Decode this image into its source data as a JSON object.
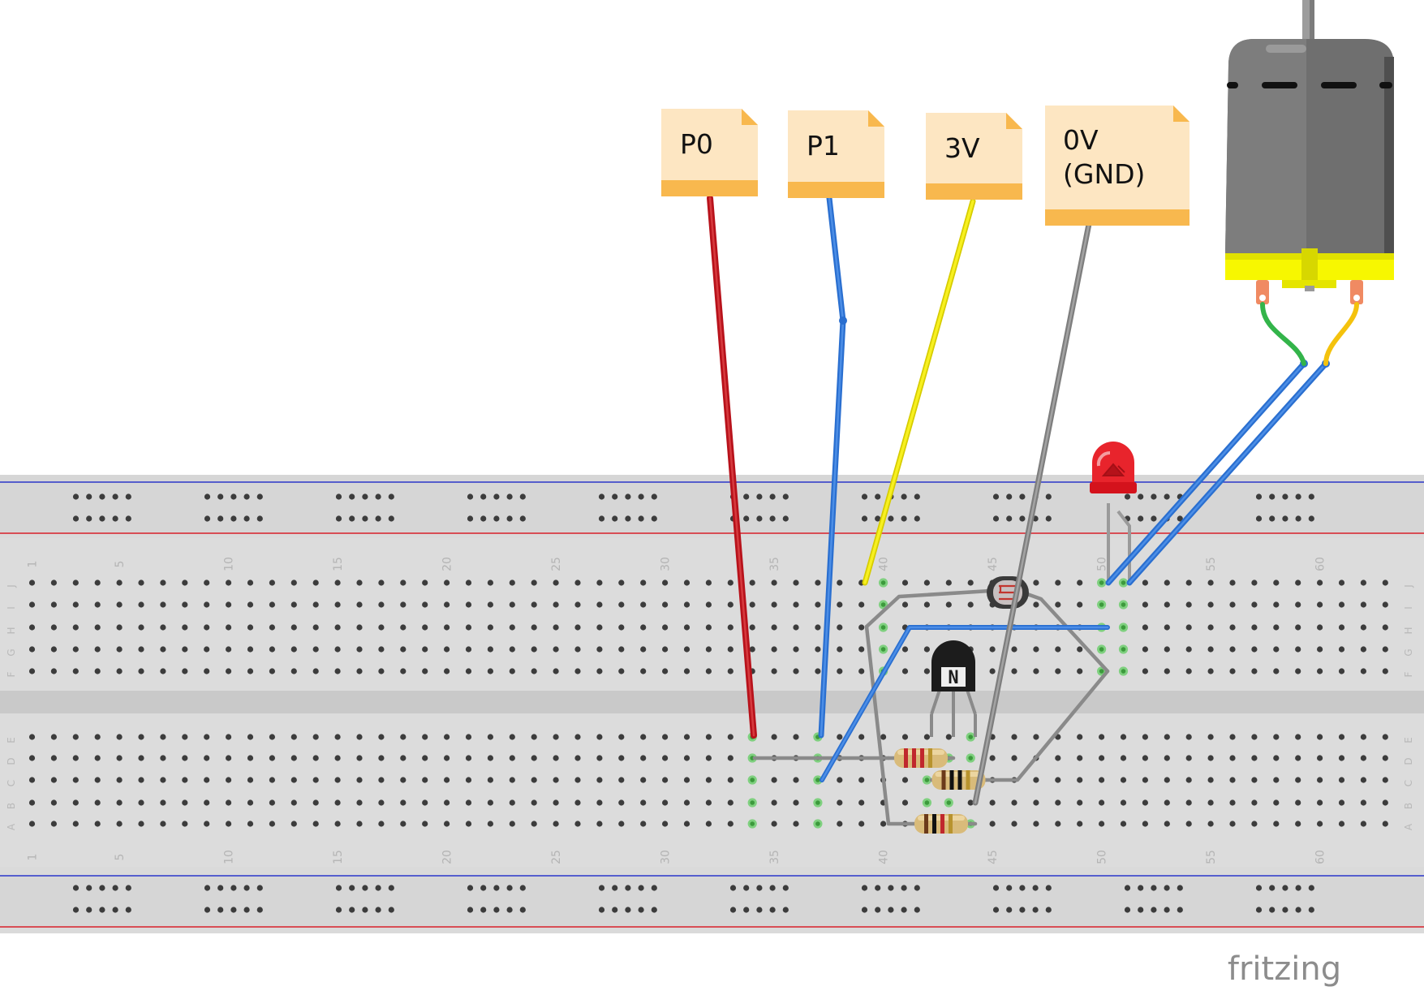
{
  "notes": {
    "p0": "P0",
    "p1": "P1",
    "v3": "3V",
    "gnd_line1": "0V",
    "gnd_line2": "(GND)"
  },
  "breadboard": {
    "column_numbers": [
      "1",
      "5",
      "10",
      "15",
      "20",
      "25",
      "30",
      "35",
      "40",
      "45",
      "50",
      "55",
      "60"
    ],
    "rows_top": [
      "J",
      "I",
      "H",
      "G",
      "F"
    ],
    "rows_bottom": [
      "E",
      "D",
      "C",
      "B",
      "A"
    ]
  },
  "transistor_mark": "N",
  "brand": "fritzing",
  "colors": {
    "wire_p0": "#b8121b",
    "wire_p1": "#2a6fd0",
    "wire_3v": "#f2ea12",
    "wire_gnd": "#8a8a8a",
    "motor_lead_green": "#33b44a",
    "motor_lead_yellow": "#f4c20d",
    "led": "#e8242c",
    "note_fill": "#fde6c2",
    "note_band": "#f8b84e",
    "rail_blue": "#2b36c9",
    "rail_red": "#d8202a"
  }
}
